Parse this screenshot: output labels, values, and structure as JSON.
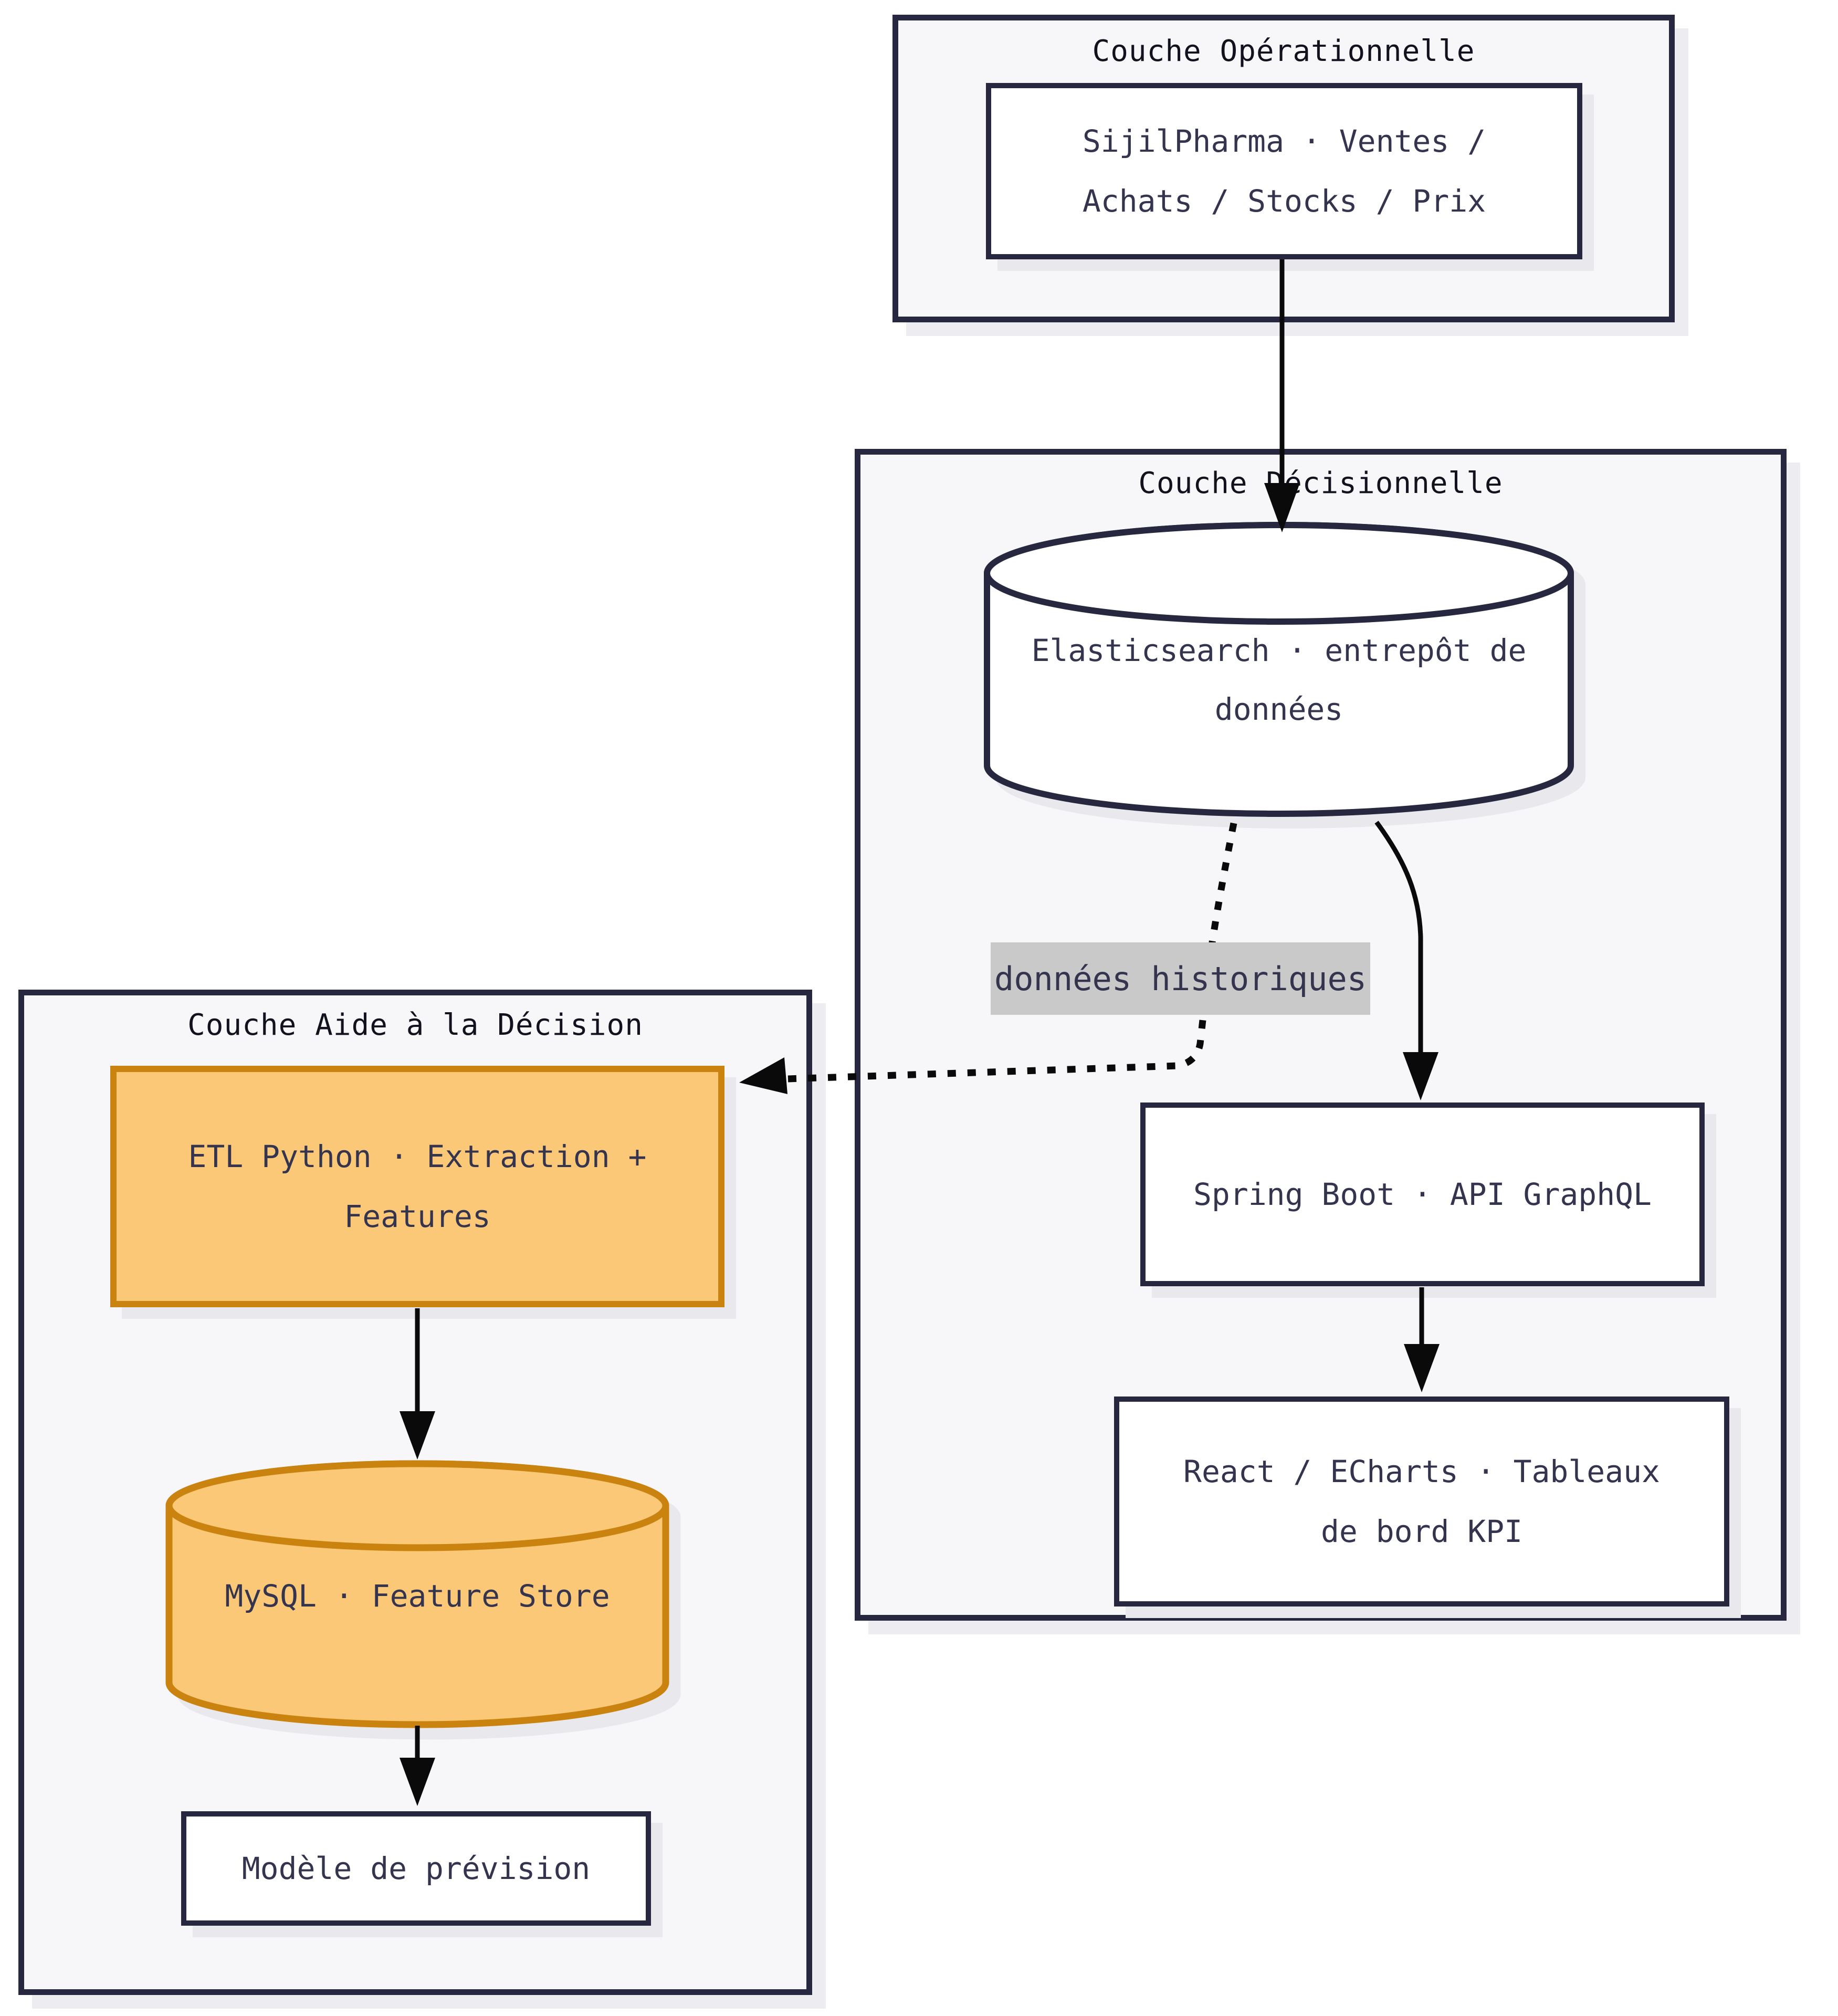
{
  "diagram": {
    "type": "architecture-flowchart",
    "language": "fr"
  },
  "colors": {
    "page_bg": "#ffffff",
    "group_bg": "#f7f7fa",
    "border_dark_navy": "#272740",
    "node_text_navy": "#34344f",
    "title_text": "#12121e",
    "orange_fill": "#fbc878",
    "orange_border": "#c9830e",
    "edge_label_bg": "#c9c9c9",
    "shadow": "#e9e9ed",
    "arrow": "#0a0a0a"
  },
  "groups": {
    "operational": {
      "title": "Couche Opérationnelle"
    },
    "decisional": {
      "title": "Couche Décisionnelle"
    },
    "decision_support": {
      "title": "Couche Aide à la Décision"
    }
  },
  "nodes": {
    "sijilpharma": {
      "line1": "SijilPharma · Ventes /",
      "line2": "Achats / Stocks / Prix",
      "shape": "rectangle"
    },
    "elasticsearch": {
      "line1": "Elasticsearch · entrepôt de",
      "line2": "données",
      "shape": "cylinder"
    },
    "spring_boot": {
      "label": "Spring Boot · API GraphQL",
      "shape": "rectangle"
    },
    "react_echarts": {
      "line1": "React / ECharts · Tableaux",
      "line2": "de bord KPI",
      "shape": "rectangle"
    },
    "etl_python": {
      "line1": "ETL Python · Extraction +",
      "line2": "Features",
      "shape": "rectangle",
      "accent": "orange"
    },
    "mysql": {
      "label": "MySQL · Feature Store",
      "shape": "cylinder",
      "accent": "orange"
    },
    "forecast_model": {
      "label": "Modèle de prévision",
      "shape": "rectangle"
    }
  },
  "edges": {
    "historical_data_label": "données historiques"
  }
}
